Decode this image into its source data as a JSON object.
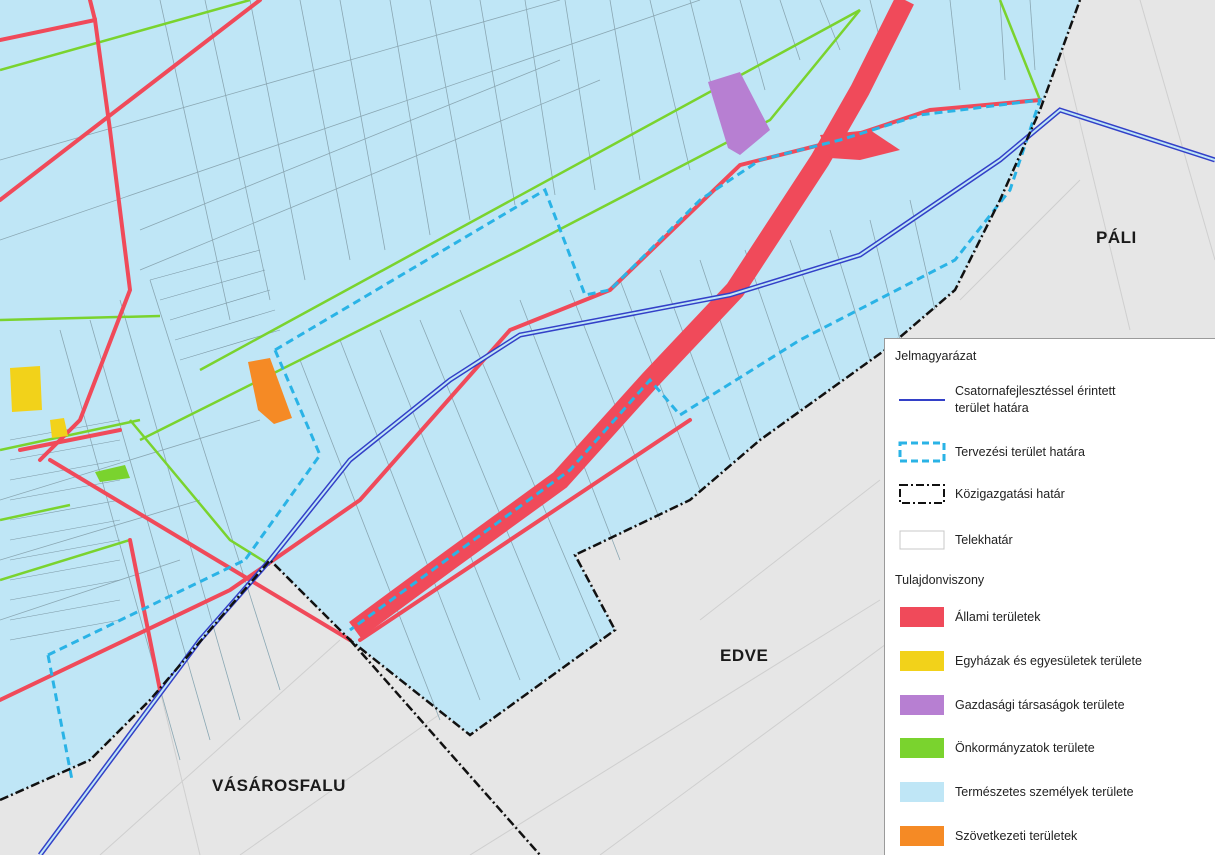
{
  "places": {
    "pali": "PÁLI",
    "edve": "EDVE",
    "vasarosfalu": "VÁSÁROSFALU"
  },
  "legend": {
    "title": "Jelmagyarázat",
    "boundaries": [
      {
        "key": "csatorna",
        "label_line1": "Csatornafejlesztéssel érintett",
        "label_line2": "terület határa",
        "color": "#3340c8"
      },
      {
        "key": "tervezesi",
        "label": "Tervezési terület határa",
        "color": "#2ab3e6"
      },
      {
        "key": "kozigazgatasi",
        "label": "Közigazgatási határ",
        "color": "#111111"
      },
      {
        "key": "telekhatar",
        "label": "Telekhatár",
        "color": "#b8b8b8"
      }
    ],
    "ownership_title": "Tulajdonviszony",
    "ownership": [
      {
        "key": "allami",
        "label": "Állami területek",
        "color": "#f04a5a"
      },
      {
        "key": "egyhazak",
        "label": "Egyházak és egyesületek területe",
        "color": "#f2d21a"
      },
      {
        "key": "gazdasagi",
        "label": "Gazdasági társaságok területe",
        "color": "#b77fd2"
      },
      {
        "key": "onkormanyzat",
        "label": "Önkormányzatok területe",
        "color": "#7ad32e"
      },
      {
        "key": "termeszetes",
        "label": "Természetes személyek területe",
        "color": "#bfe6f6"
      },
      {
        "key": "szovetkezeti",
        "label": "Szövetkezeti területek",
        "color": "#f58a25"
      }
    ]
  },
  "colors": {
    "outside": "#e6e6e6",
    "parcel_fill": "#bfe6f6",
    "state_red": "#f04a5a",
    "municipal_green": "#7ad32e",
    "canal_blue": "#3340c8",
    "plan_cyan": "#2ab3e6",
    "admin_black": "#111111",
    "parcel_line": "#8aa7b3"
  }
}
